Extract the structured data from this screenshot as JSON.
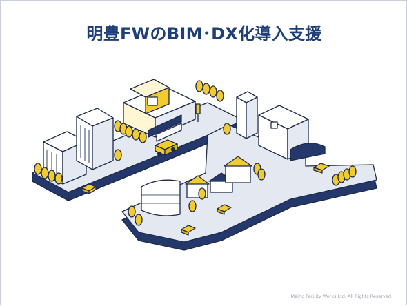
{
  "slide": {
    "title": "明豊FWのBIM･DX化導入支援",
    "copyright": "Meiho Facility Works Ltd. All Rights Reserved"
  },
  "colors": {
    "title": "#1f3f78",
    "navy": "#24386b",
    "road_top": "#dfe5ee",
    "outline": "#1d2a4a",
    "yellow": "#f2cb2e",
    "building_white": "#ffffff",
    "building_shade": "#e5e9f1"
  },
  "icons": [
    "store-cart-sign",
    "hospital-cross-sign",
    "truck",
    "car",
    "tree"
  ]
}
